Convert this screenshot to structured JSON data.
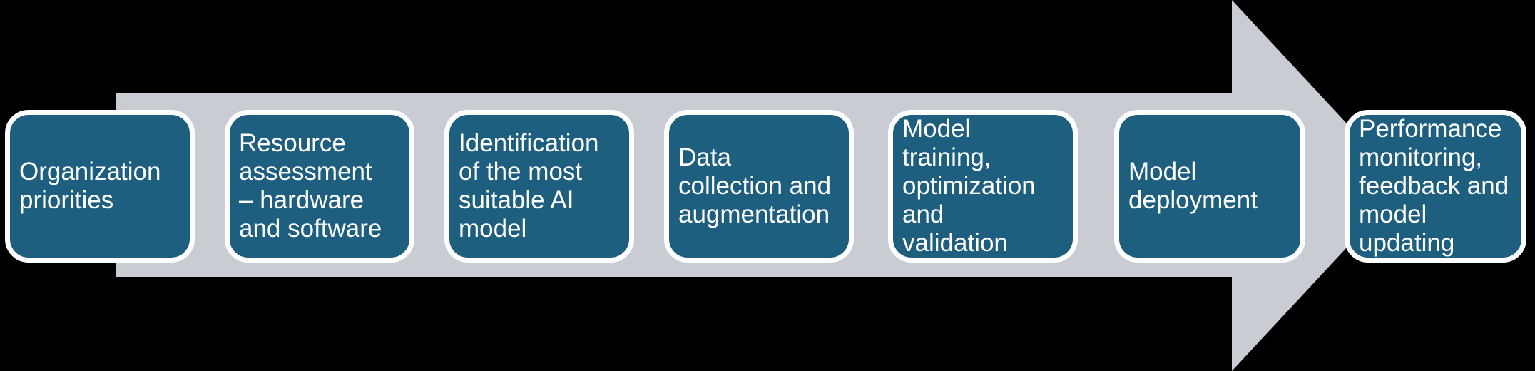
{
  "theme": {
    "background": "#000000",
    "arrow_fill": "#C9CDD3",
    "box_fill": "#1E5F80",
    "box_border": "#FFFFFF",
    "text_color": "#FFFFFF"
  },
  "process_flow": {
    "type": "process-arrow",
    "direction": "left-to-right",
    "stages": [
      {
        "label": "Organization\npriorities"
      },
      {
        "label": "Resource\nassessment\n– hardware\nand software"
      },
      {
        "label": "Identification\nof the most\nsuitable AI\nmodel"
      },
      {
        "label": "Data\ncollection and\naugmentation"
      },
      {
        "label": "Model\ntraining,\noptimization\nand\nvalidation"
      },
      {
        "label": "Model\ndeployment"
      },
      {
        "label": "Performance\nmonitoring,\nfeedback and\nmodel\nupdating"
      }
    ]
  }
}
